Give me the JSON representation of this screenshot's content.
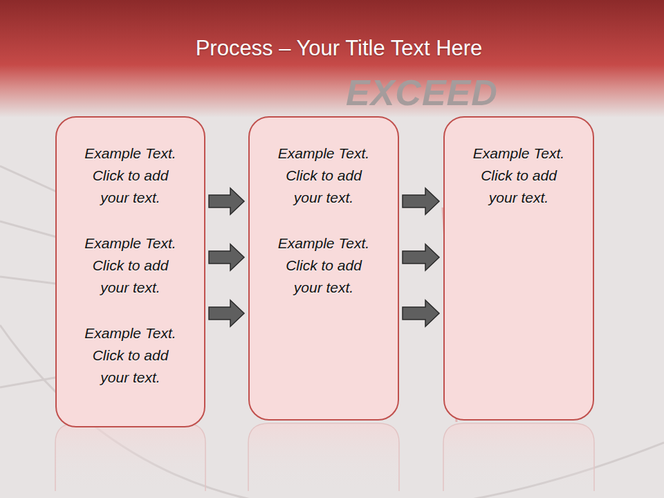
{
  "diagram": {
    "title": "Process – Your Title Text Here",
    "nodes": [
      {
        "text": [
          "Example Text. Click to add your text.",
          "Example Text. Click to add your text.",
          "Example Text. Click to add your text."
        ]
      },
      {
        "text": [
          "Example Text. Click to add your text.",
          "Example Text. Click to add your text."
        ]
      },
      {
        "text": [
          "Example Text. Click to add your text."
        ]
      }
    ],
    "edges": [
      {
        "from": 0,
        "to": 1,
        "arrow": "to"
      },
      {
        "from": 0,
        "to": 1,
        "arrow": "to"
      },
      {
        "from": 0,
        "to": 1,
        "arrow": "to"
      },
      {
        "from": 1,
        "to": 2,
        "arrow": "to"
      },
      {
        "from": 1,
        "to": 2,
        "arrow": "to"
      },
      {
        "from": 1,
        "to": 2,
        "arrow": "to"
      }
    ],
    "labels": [
      "EXCEED"
    ]
  }
}
